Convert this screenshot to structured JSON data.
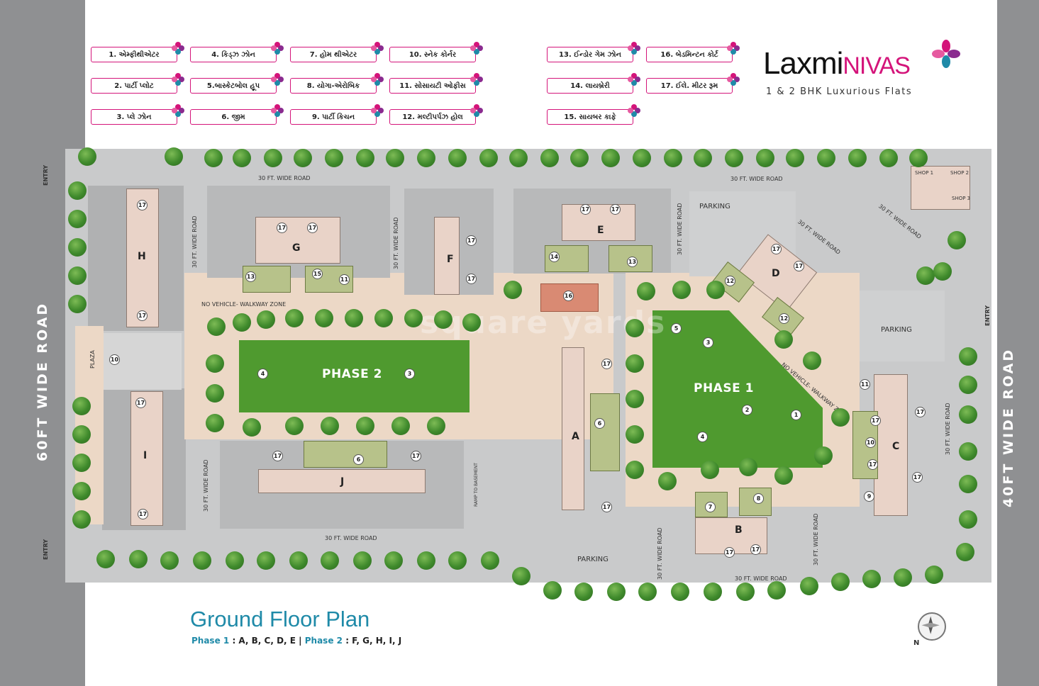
{
  "legend": [
    {
      "label": "1. એમ્ફીથીએટર"
    },
    {
      "label": "2. પાર્ટી પ્લોટ"
    },
    {
      "label": "3. પ્લે ઝોન"
    },
    {
      "label": "4. કિડ્ઝ ઝોન"
    },
    {
      "label": "5.બાસ્કેટબોલ હૂપ"
    },
    {
      "label": "6. જીમ"
    },
    {
      "label": "7. હોમ થીએટર"
    },
    {
      "label": "8. યોગા-એરોબિક"
    },
    {
      "label": "9. પાર્ટી કિચન"
    },
    {
      "label": "10. સ્નેક કોર્નર"
    },
    {
      "label": "11. સોસાયટી ઓફીસ"
    },
    {
      "label": "12. મલ્ટીપર્પઝ હોલ"
    },
    {
      "label": "13. ઈન્ડોર ગેમ ઝોન"
    },
    {
      "label": "14. લાયબ્રેરી"
    },
    {
      "label": "15. સાયબર કાફે"
    },
    {
      "label": "16. બેડમિન્ટન કોર્ટ"
    },
    {
      "label": "17. ઈલે. મીટર રૂમ"
    }
  ],
  "brand": {
    "name_part1": "Laxmi",
    "name_part2": "NIVAS",
    "tagline": "1 & 2 BHK Luxurious Flats",
    "accent_color": "#d4147a",
    "teal_color": "#1f8aa8"
  },
  "roads": {
    "left": "60FT WIDE ROAD",
    "right": "40FT WIDE ROAD",
    "internal": "30 FT. WIDE ROAD",
    "internal_short": "30 FT. WIDE ROAD",
    "entry": "ENTRY",
    "ramp": "RAMP TO BASEMENT"
  },
  "zones": {
    "walkway_left": "NO VEHICLE- WALKWAY ZONE",
    "walkway_right": "NO VEHICLE- WALKWAY ZONE",
    "parking": "PARKING",
    "plaza": "PLAZA",
    "phase1": "PHASE 1",
    "phase2": "PHASE 2",
    "shop1": "SHOP 1",
    "shop2": "SHOP 2",
    "shop3": "SHOP 3"
  },
  "buildings": {
    "A": "A",
    "B": "B",
    "C": "C",
    "D": "D",
    "E": "E",
    "F": "F",
    "G": "G",
    "H": "H",
    "I": "I",
    "J": "J"
  },
  "amenity_numbers": {
    "n1": "1",
    "n2": "2",
    "n3": "3",
    "n4": "4",
    "n5": "5",
    "n6": "6",
    "n7": "7",
    "n8": "8",
    "n9": "9",
    "n10": "10",
    "n11": "11",
    "n12": "12",
    "n13": "13",
    "n14": "14",
    "n15": "15",
    "n16": "16",
    "n17": "17"
  },
  "footer": {
    "title": "Ground Floor Plan",
    "phase1_label": "Phase 1",
    "phase1_value": ": A, B, C, D, E",
    "separator": "|",
    "phase2_label": "Phase 2",
    "phase2_value": ": F, G, H, I, J"
  },
  "watermark": "square yards",
  "compass": "N"
}
